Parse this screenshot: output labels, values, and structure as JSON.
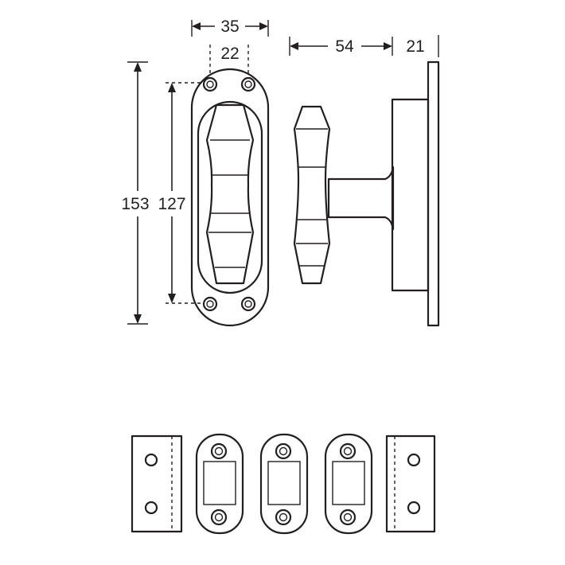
{
  "dimensions": {
    "outer_width": "35",
    "hole_spacing": "22",
    "rose_depth": "54",
    "plate_depth": "21",
    "outer_height": "153",
    "hole_height": "127"
  }
}
